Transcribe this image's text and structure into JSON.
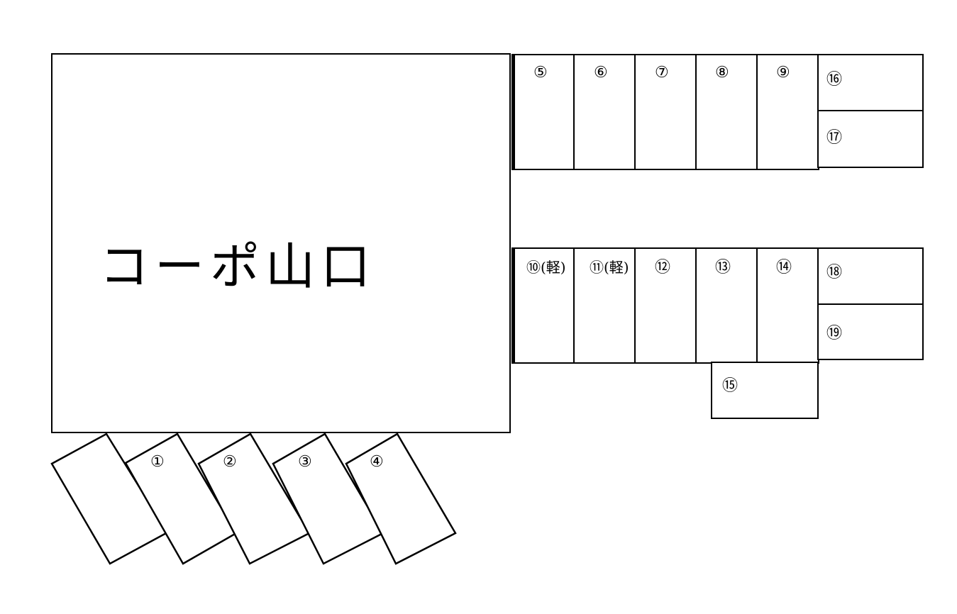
{
  "building": {
    "name": "コーポ山口"
  },
  "top_row": [
    {
      "label": "⑤"
    },
    {
      "label": "⑥"
    },
    {
      "label": "⑦"
    },
    {
      "label": "⑧"
    },
    {
      "label": "⑨"
    }
  ],
  "top_right": [
    {
      "label": "⑯"
    },
    {
      "label": "⑰"
    }
  ],
  "bottom_row": [
    {
      "label": "⑩(軽)"
    },
    {
      "label": "⑪(軽)"
    },
    {
      "label": "⑫"
    },
    {
      "label": "⑬"
    },
    {
      "label": "⑭"
    }
  ],
  "bottom_right": [
    {
      "label": "⑱"
    },
    {
      "label": "⑲"
    }
  ],
  "extra": {
    "label": "⑮"
  },
  "angled_row": [
    {
      "label": ""
    },
    {
      "label": "①"
    },
    {
      "label": "②"
    },
    {
      "label": "③"
    },
    {
      "label": "④"
    }
  ],
  "colors": {
    "line": "#000000",
    "background": "#ffffff"
  }
}
